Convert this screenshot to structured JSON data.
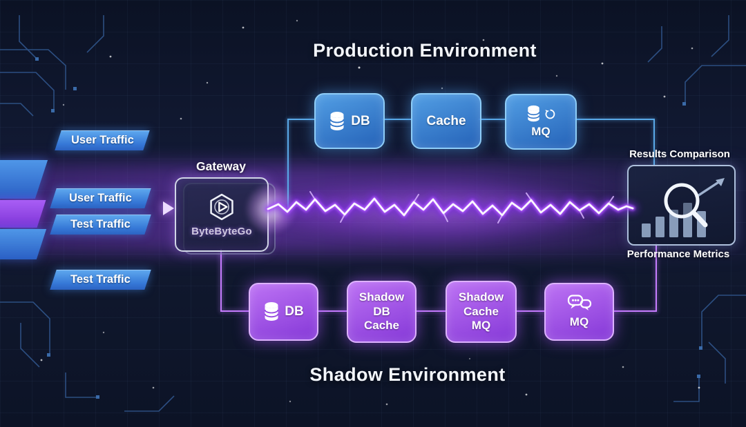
{
  "colors": {
    "background_top": "#0b1224",
    "background_mid": "#121a34",
    "production_accent": "#5caef2",
    "shadow_accent": "#b964f7",
    "beam_glow": "#9333ea",
    "beam_core": "#ffffff",
    "traffic_chip": "#3d86dd",
    "text": "#ffffff"
  },
  "titles": {
    "production": "Production Environment",
    "shadow": "Shadow Environment"
  },
  "traffic": {
    "items": [
      {
        "label": "User Traffic",
        "type": "user"
      },
      {
        "label": "User Traffic",
        "type": "user"
      },
      {
        "label": "Test Traffic",
        "type": "test"
      },
      {
        "label": "Test Traffic",
        "type": "test"
      }
    ]
  },
  "gateway": {
    "label": "Gateway",
    "brand": "ByteByteGo",
    "logo_icon": "hexagon-triangle-logo-icon"
  },
  "production_row": {
    "nodes": [
      {
        "label": "DB",
        "icons": [
          "database-icon"
        ]
      },
      {
        "label": "Cache",
        "icons": []
      },
      {
        "label": "MQ",
        "icons": [
          "database-icon",
          "refresh-arrows-icon"
        ]
      }
    ]
  },
  "shadow_row": {
    "nodes": [
      {
        "label": "DB",
        "icons": [
          "database-icon"
        ]
      },
      {
        "label": "Shadow DB Cache",
        "icons": []
      },
      {
        "label": "Shadow Cache MQ",
        "icons": []
      },
      {
        "label": "MQ",
        "icons": [
          "chat-bubbles-icon"
        ]
      }
    ]
  },
  "results": {
    "title": "Results Comparison",
    "subtitle": "Performance Metrics",
    "icons": [
      "bar-chart-icon",
      "magnifier-icon",
      "trend-arrow-icon"
    ]
  }
}
